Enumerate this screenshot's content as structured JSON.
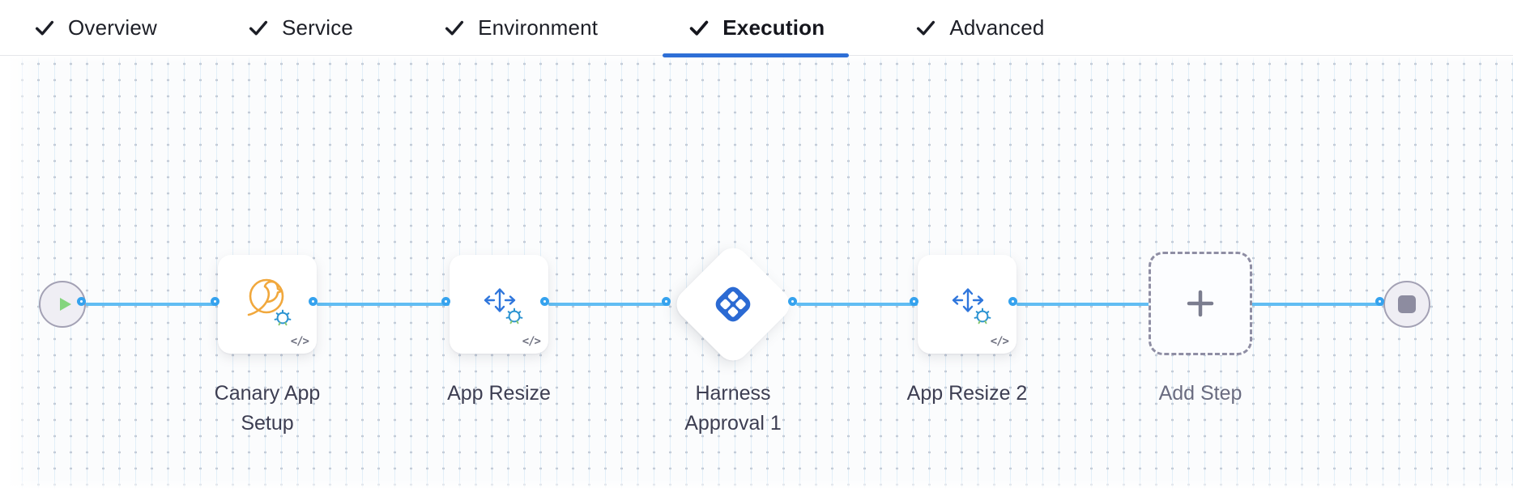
{
  "tabs": {
    "items": [
      {
        "label": "Overview",
        "checked": true,
        "active": false
      },
      {
        "label": "Service",
        "checked": true,
        "active": false
      },
      {
        "label": "Environment",
        "checked": true,
        "active": false
      },
      {
        "label": "Execution",
        "checked": true,
        "active": true
      },
      {
        "label": "Advanced",
        "checked": true,
        "active": false
      }
    ]
  },
  "pipeline": {
    "steps": [
      {
        "id": "canary-app-setup",
        "label": "Canary App Setup",
        "type": "step",
        "icon": "canary-bird-icon",
        "code_badge": "</>"
      },
      {
        "id": "app-resize",
        "label": "App Resize",
        "type": "step",
        "icon": "resize-arrows-icon",
        "code_badge": "</>"
      },
      {
        "id": "harness-approval-1",
        "label": "Harness Approval 1",
        "type": "approval",
        "icon": "harness-logo-icon"
      },
      {
        "id": "app-resize-2",
        "label": "App Resize 2",
        "type": "step",
        "icon": "resize-arrows-icon",
        "code_badge": "</>"
      },
      {
        "id": "add-step",
        "label": "Add Step",
        "type": "add-button",
        "icon": "plus-icon"
      }
    ],
    "edges": [
      [
        "start",
        "canary-app-setup"
      ],
      [
        "canary-app-setup",
        "app-resize"
      ],
      [
        "app-resize",
        "harness-approval-1"
      ],
      [
        "harness-approval-1",
        "app-resize-2"
      ],
      [
        "app-resize-2",
        "end"
      ]
    ]
  },
  "colors": {
    "active_tab_underline": "#2e6fd6",
    "tab_text": "#1d1f27",
    "edge_line": "#61bdf3",
    "port_ring": "#35a2ee",
    "canary_orange": "#f1a83d",
    "harness_blue": "#2b6ad3",
    "arrow_blue": "#2f76dc",
    "node_label": "#3d3e52",
    "add_step_label": "#6a6c80",
    "start_play_green": "#84d57d",
    "end_stop_gray": "#8d8ca0",
    "dashed_border": "#8f8ea4"
  }
}
